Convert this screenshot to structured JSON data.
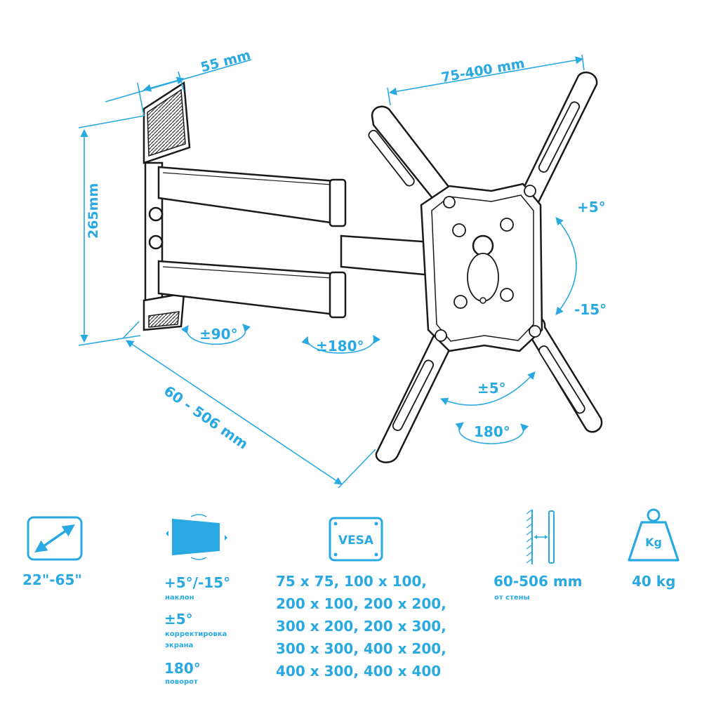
{
  "dimensions": {
    "depth_label": "55 mm",
    "vesa_range_label": "75-400 mm",
    "height_label": "265mm",
    "extension_label": "60 - 506 mm"
  },
  "rotations": {
    "wall_swivel": "±90°",
    "arm_swivel": "±180°",
    "tilt_up": "+5°",
    "tilt_down": "-15°",
    "level_adjust": "±5°",
    "rotation": "180°"
  },
  "specs": {
    "screen_size": {
      "icon": "diagonal-arrow-icon",
      "value": "22\"-65\""
    },
    "tilt": {
      "icon": "screen-tilt-icon",
      "value": "+5°/-15°",
      "caption": "наклон",
      "level_value": "±5°",
      "level_caption_line1": "корректировка",
      "level_caption_line2": "экрана",
      "rotation_value": "180°",
      "rotation_caption": "поворот"
    },
    "vesa": {
      "icon_label": "VESA",
      "lines": [
        "75 x 75, 100 x 100,",
        "200 x 100, 200 x 200,",
        "300 x 200, 200 x 300,",
        "300 x 300, 400 x 200,",
        "400 x 300, 400 x 400"
      ]
    },
    "wall_distance": {
      "icon": "wall-distance-icon",
      "value": "60-506 mm",
      "caption": "от стены"
    },
    "weight": {
      "icon_label": "Kg",
      "value": "40 kg"
    }
  },
  "colors": {
    "accent": "#29a9e1",
    "line": "#1a1a1a"
  }
}
